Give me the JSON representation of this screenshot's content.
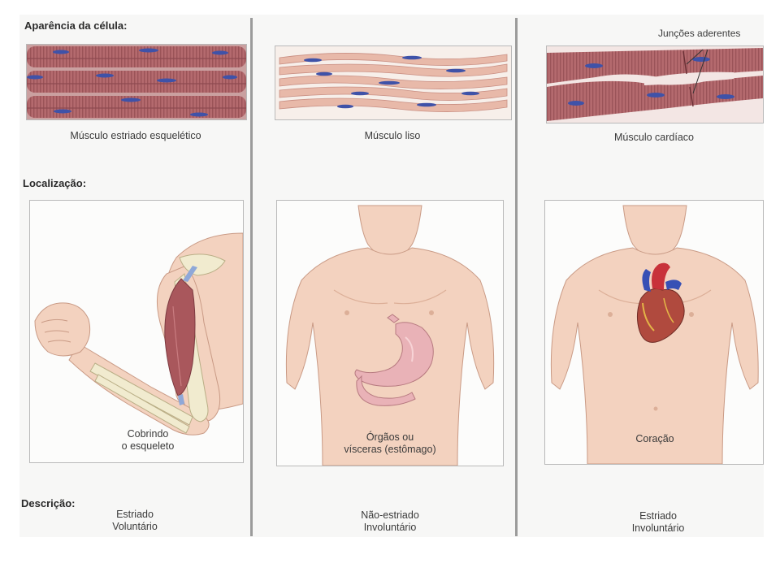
{
  "sections": {
    "appearance": "Aparência da célula:",
    "location": "Localização:",
    "description": "Descrição:"
  },
  "columns": [
    {
      "id": "skeletal",
      "tissue_label": "Músculo estriado esquelético",
      "location_caption_line1": "Cobrindo",
      "location_caption_line2": "o esqueleto",
      "description_line1": "Estriado",
      "description_line2": "Voluntário"
    },
    {
      "id": "smooth",
      "tissue_label": "Músculo liso",
      "location_caption_line1": "Órgãos ou",
      "location_caption_line2": "vísceras (estômago)",
      "description_line1": "Não-estriado",
      "description_line2": "Involuntário"
    },
    {
      "id": "cardiac",
      "tissue_label": "Músculo cardíaco",
      "location_caption_line1": "Coração",
      "location_caption_line2": "",
      "description_line1": "Estriado",
      "description_line2": "Involuntário",
      "callout": "Junções aderentes"
    }
  ],
  "colors": {
    "muscle": "#b46a6e",
    "muscle_dark": "#8d4a50",
    "nucleus": "#3f52a8",
    "smooth_fiber": "#e8b9a9",
    "skin": "#f3d2bf",
    "skin_shadow": "#dcaf98",
    "bone": "#f1ebcf",
    "stomach": "#e9b2b7",
    "heart_red": "#c8323a",
    "heart_blue": "#3750b5"
  }
}
